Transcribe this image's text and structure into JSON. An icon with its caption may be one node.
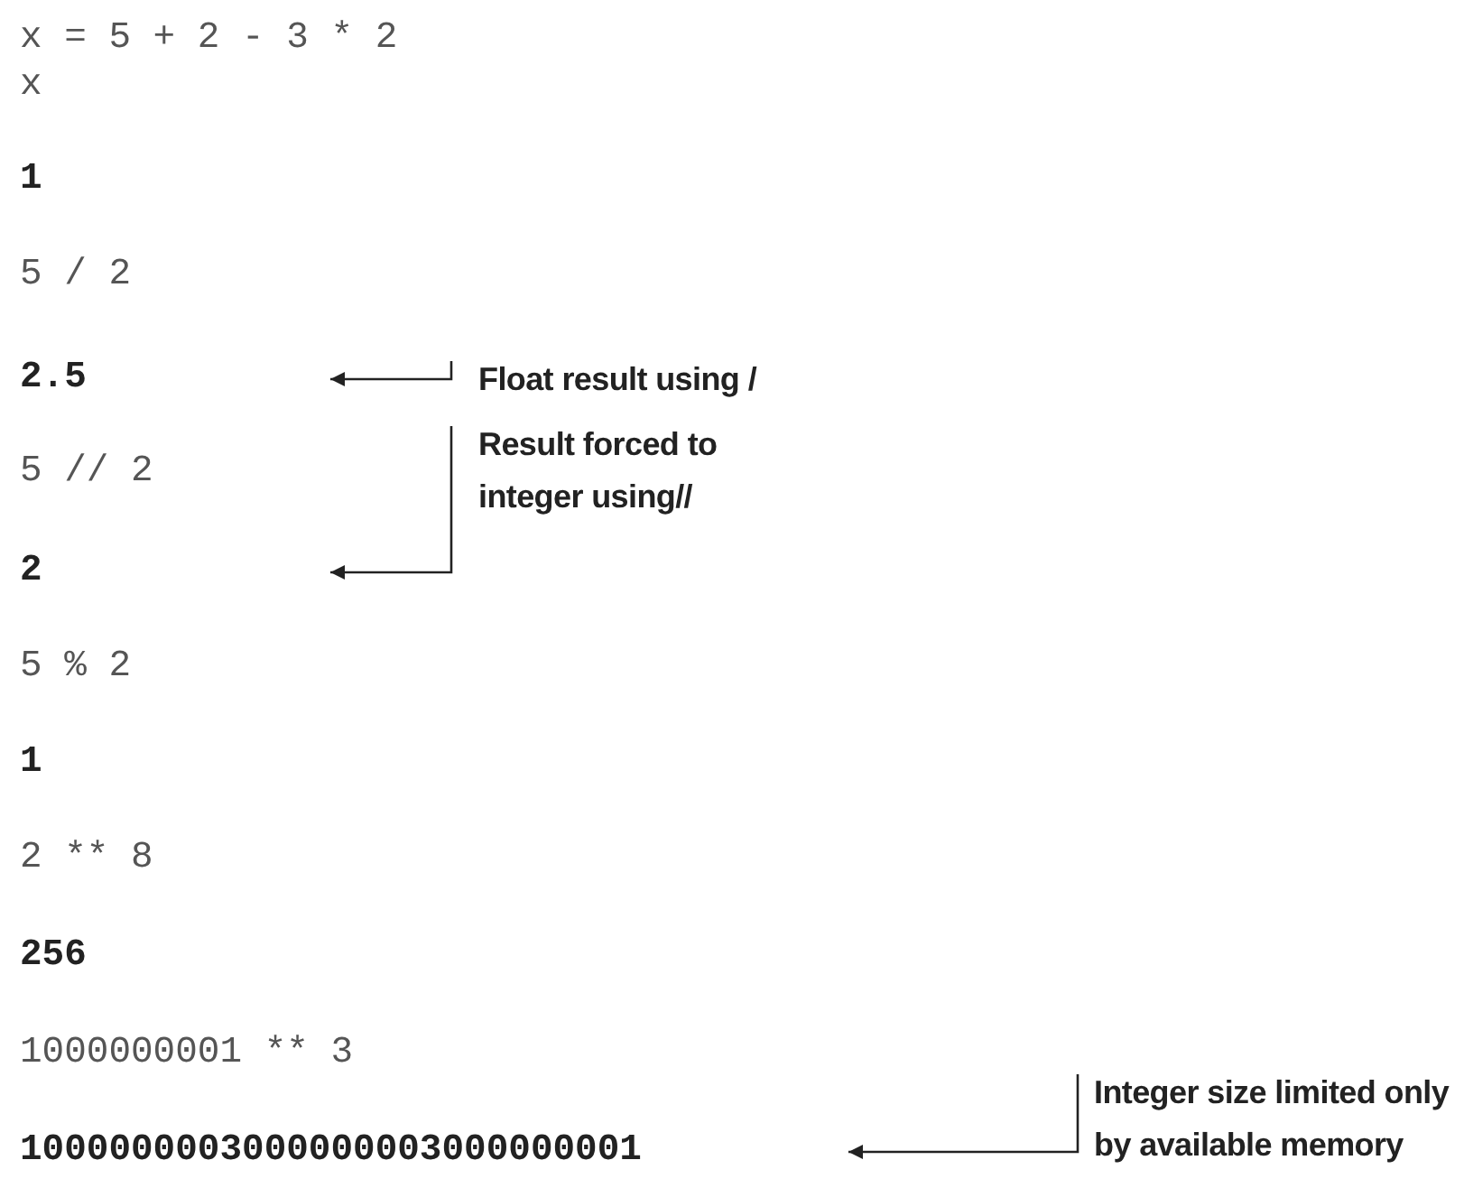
{
  "diagram": {
    "nodes": [
      {
        "text": [
          "Float result using /"
        ]
      },
      {
        "text": [
          "Result forced to integer using//"
        ]
      },
      {
        "text": [
          "Integer size limited only by available memory"
        ]
      }
    ],
    "edges": [
      {
        "from": 0,
        "to": null,
        "arrow": "to"
      },
      {
        "from": 1,
        "to": null,
        "arrow": "to"
      },
      {
        "from": 2,
        "to": null,
        "arrow": "to"
      }
    ],
    "labels": [
      "x = 5 + 2 - 3 * 2",
      "x",
      "1",
      "5 / 2",
      "2.5",
      "5 // 2",
      "2",
      "5 % 2",
      "1",
      "2 ** 8",
      "256",
      "1000000001 ** 3",
      "1000000003000000003000000001"
    ]
  }
}
